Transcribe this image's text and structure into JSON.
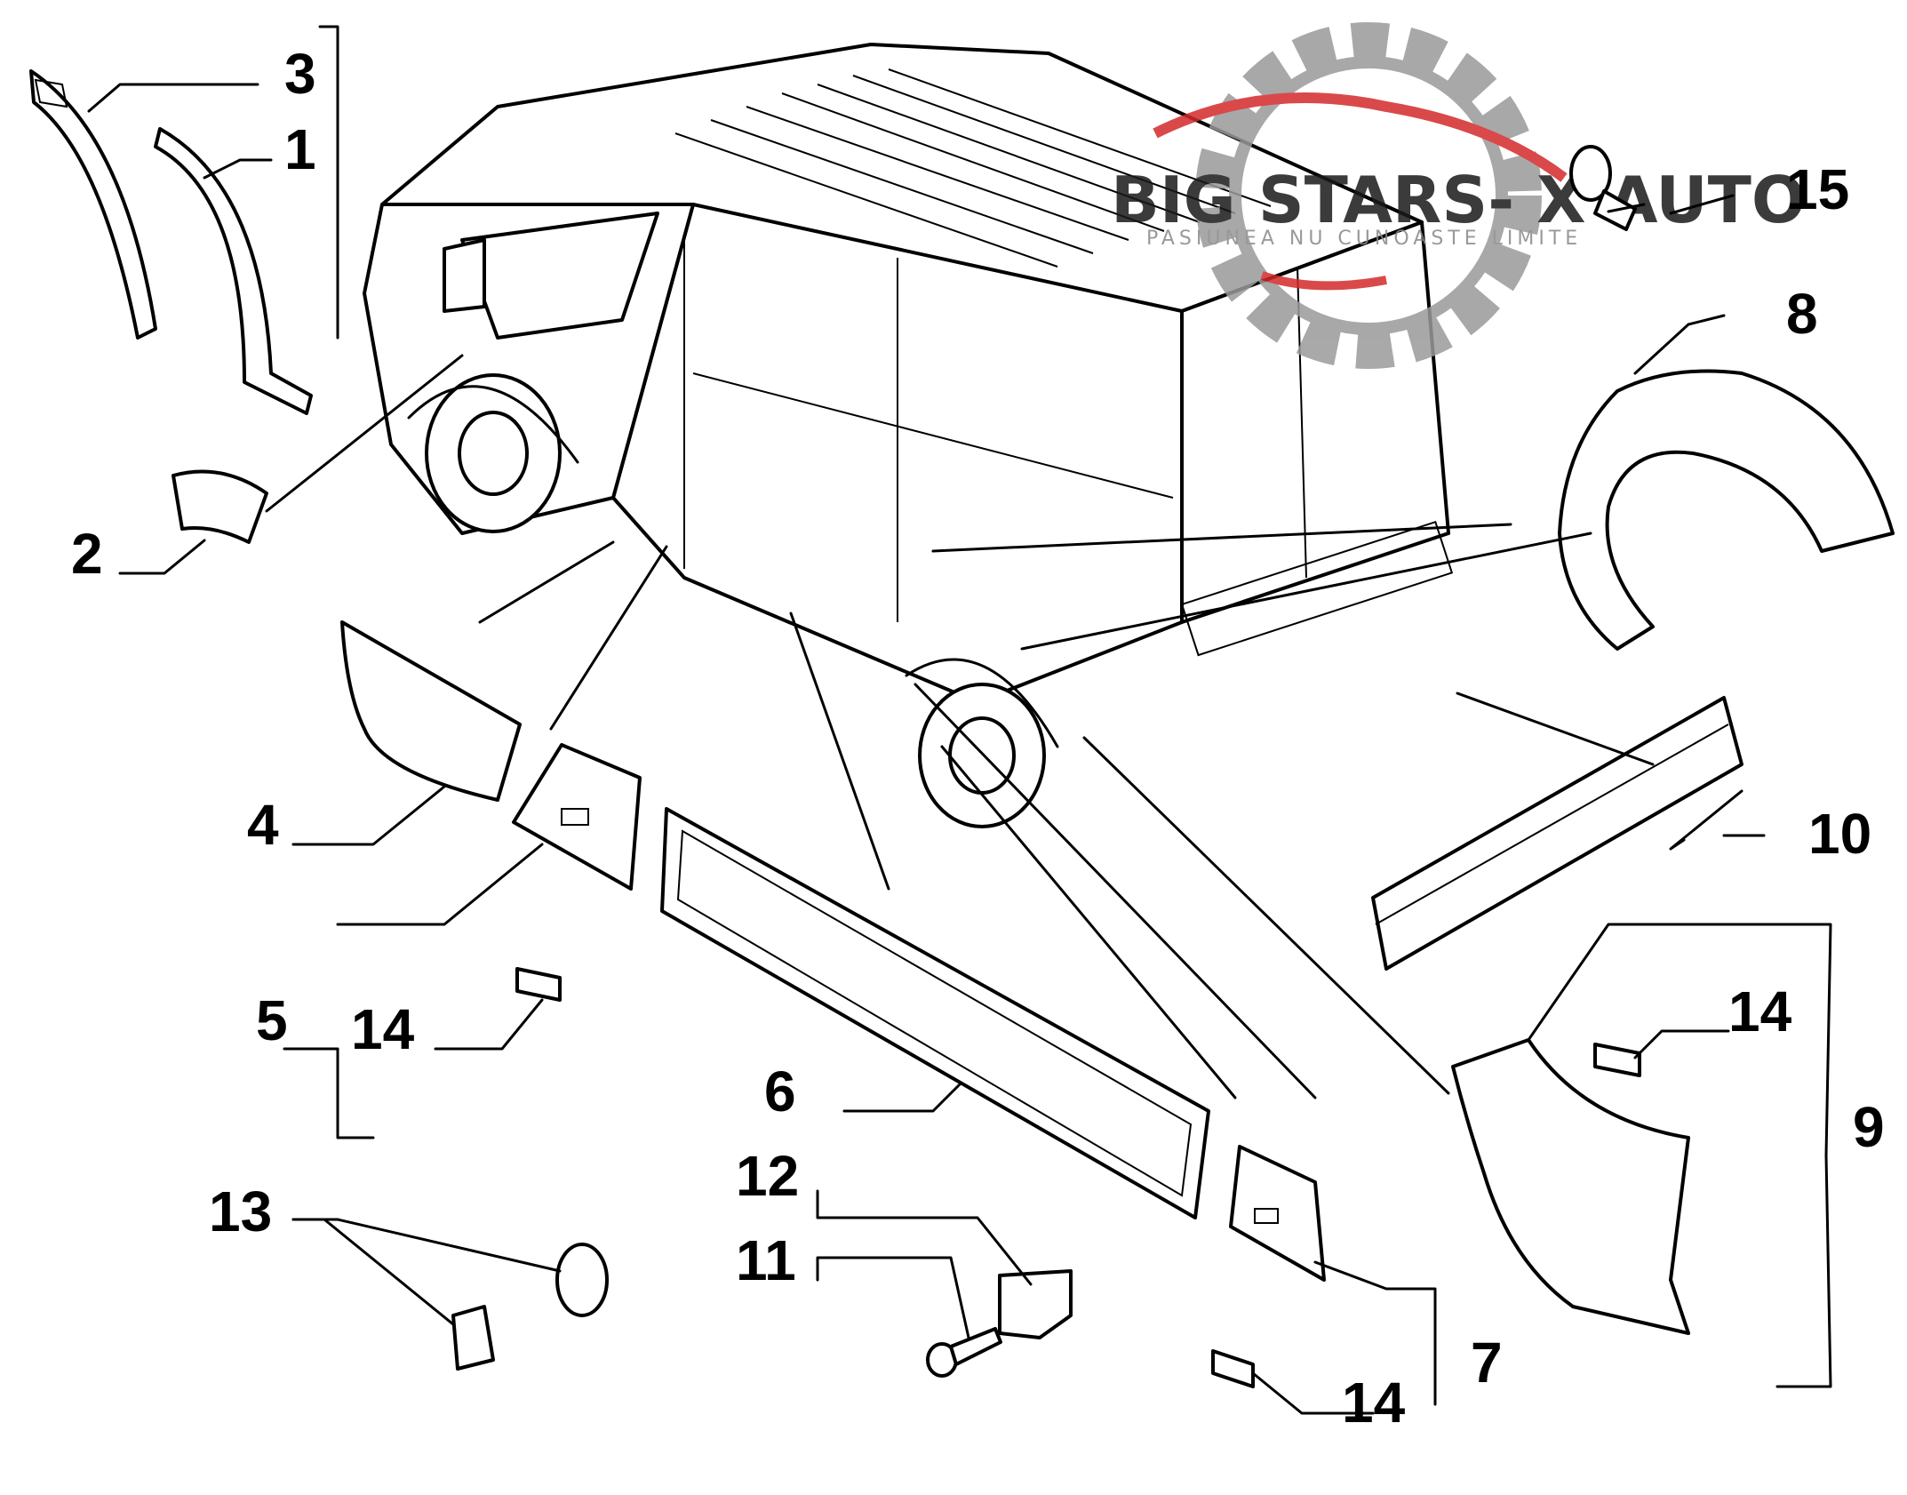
{
  "callouts": {
    "c1": "1",
    "c2": "2",
    "c3": "3",
    "c4": "4",
    "c5": "5",
    "c6": "6",
    "c7": "7",
    "c8": "8",
    "c9": "9",
    "c10": "10",
    "c11": "11",
    "c12": "12",
    "c13": "13",
    "c14a": "14",
    "c14b": "14",
    "c14c": "14",
    "c15": "15"
  },
  "watermark": {
    "brand": "BIG STARS- X AUTO",
    "tagline": "PASIUNEA NU CUNOASTE LIMITE"
  },
  "colors": {
    "ink": "#000000",
    "watermark_gear": "#9a9a9a",
    "watermark_car": "#d42a2a"
  }
}
